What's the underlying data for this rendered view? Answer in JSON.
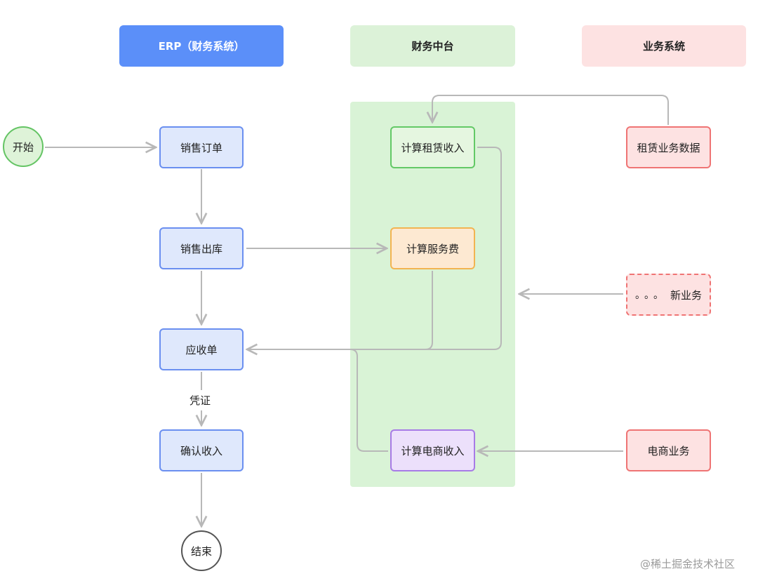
{
  "lanes": {
    "erp": {
      "title": "ERP（财务系统）",
      "color": "#5b8ff9",
      "text_color": "#ffffff"
    },
    "finance_center": {
      "title": "财务中台",
      "color": "#dcf2d8",
      "text_color": "#222222"
    },
    "business": {
      "title": "业务系统",
      "color": "#fde2e2",
      "text_color": "#222222"
    }
  },
  "nodes": {
    "start": "开始",
    "sales_order": "销售订单",
    "sales_outbound": "销售出库",
    "receivable": "应收单",
    "confirm_revenue": "确认收入",
    "end": "结束",
    "calc_rental": "计算租赁收入",
    "calc_service_fee": "计算服务费",
    "calc_ecommerce": "计算电商收入",
    "rental_data": "租赁业务数据",
    "new_business_dots": "。。。",
    "new_business": "新业务",
    "ecommerce_business": "电商业务"
  },
  "edge_labels": {
    "voucher": "凭证"
  },
  "colors": {
    "edge": "#b8b8b8"
  },
  "watermark": "@稀土掘金技术社区"
}
